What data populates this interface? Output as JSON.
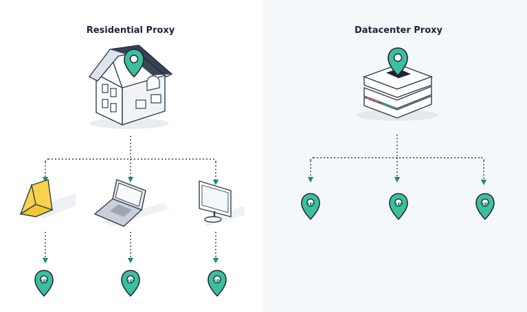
{
  "residential": {
    "title": "Residential Proxy",
    "ip_labels": [
      "IP",
      "IP",
      "IP"
    ]
  },
  "datacenter": {
    "title": "Datacenter Proxy",
    "ip_labels": [
      "IP",
      "IP",
      "IP"
    ]
  },
  "colors": {
    "accent": "#3dbf9c",
    "accent_dark": "#1f8a73",
    "line": "#2f3c4f",
    "background_right": "#f4f8fb",
    "tablet_yellow": "#f7d24a"
  }
}
